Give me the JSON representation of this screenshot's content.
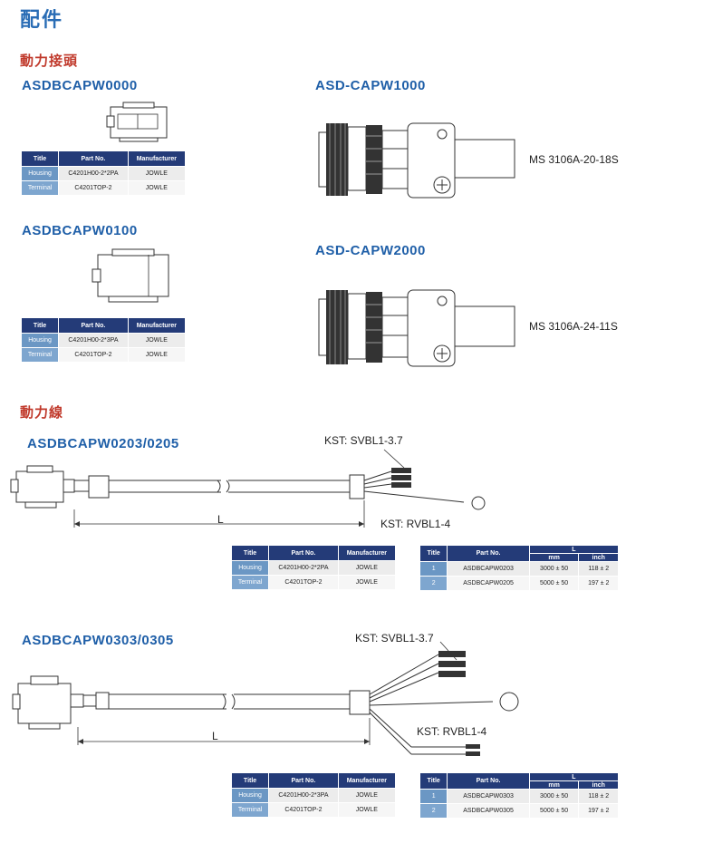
{
  "page": {
    "title": "配件"
  },
  "sections": {
    "connectors": "動力接頭",
    "cables": "動力線"
  },
  "table_headers": {
    "title": "Title",
    "part_no": "Part No.",
    "manufacturer": "Manufacturer"
  },
  "length_headers": {
    "title": "Title",
    "part_no": "Part No.",
    "L": "L",
    "mm": "mm",
    "inch": "inch"
  },
  "connector_a": {
    "model": "ASDBCAPW0000",
    "rows": [
      {
        "title": "Housing",
        "part_no": "C4201H00-2*2PA",
        "manufacturer": "JOWLE"
      },
      {
        "title": "Terminal",
        "part_no": "C4201TOP-2",
        "manufacturer": "JOWLE"
      }
    ]
  },
  "connector_b": {
    "model": "ASDBCAPW0100",
    "rows": [
      {
        "title": "Housing",
        "part_no": "C4201H00-2*3PA",
        "manufacturer": "JOWLE"
      },
      {
        "title": "Terminal",
        "part_no": "C4201TOP-2",
        "manufacturer": "JOWLE"
      }
    ]
  },
  "connector_c": {
    "model": "ASD-CAPW1000",
    "label": "MS 3106A-20-18S"
  },
  "connector_d": {
    "model": "ASD-CAPW2000",
    "label": "MS 3106A-24-11S"
  },
  "cable_a": {
    "model": "ASDBCAPW0203/0205",
    "kst_top": "KST: SVBL1-3.7",
    "kst_bottom": "KST: RVBL1-4",
    "length_label": "L",
    "rows": [
      {
        "title": "Housing",
        "part_no": "C4201H00-2*2PA",
        "manufacturer": "JOWLE"
      },
      {
        "title": "Terminal",
        "part_no": "C4201TOP-2",
        "manufacturer": "JOWLE"
      }
    ],
    "lengths": [
      {
        "title": "1",
        "part_no": "ASDBCAPW0203",
        "mm": "3000 ± 50",
        "inch": "118 ± 2"
      },
      {
        "title": "2",
        "part_no": "ASDBCAPW0205",
        "mm": "5000 ± 50",
        "inch": "197 ± 2"
      }
    ]
  },
  "cable_b": {
    "model": "ASDBCAPW0303/0305",
    "kst_top": "KST: SVBL1-3.7",
    "kst_bottom": "KST: RVBL1-4",
    "length_label": "L",
    "rows": [
      {
        "title": "Housing",
        "part_no": "C4201H00-2*3PA",
        "manufacturer": "JOWLE"
      },
      {
        "title": "Terminal",
        "part_no": "C4201TOP-2",
        "manufacturer": "JOWLE"
      }
    ],
    "lengths": [
      {
        "title": "1",
        "part_no": "ASDBCAPW0303",
        "mm": "3000 ± 50",
        "inch": "118 ± 2"
      },
      {
        "title": "2",
        "part_no": "ASDBCAPW0305",
        "mm": "5000 ± 50",
        "inch": "197 ± 2"
      }
    ]
  }
}
